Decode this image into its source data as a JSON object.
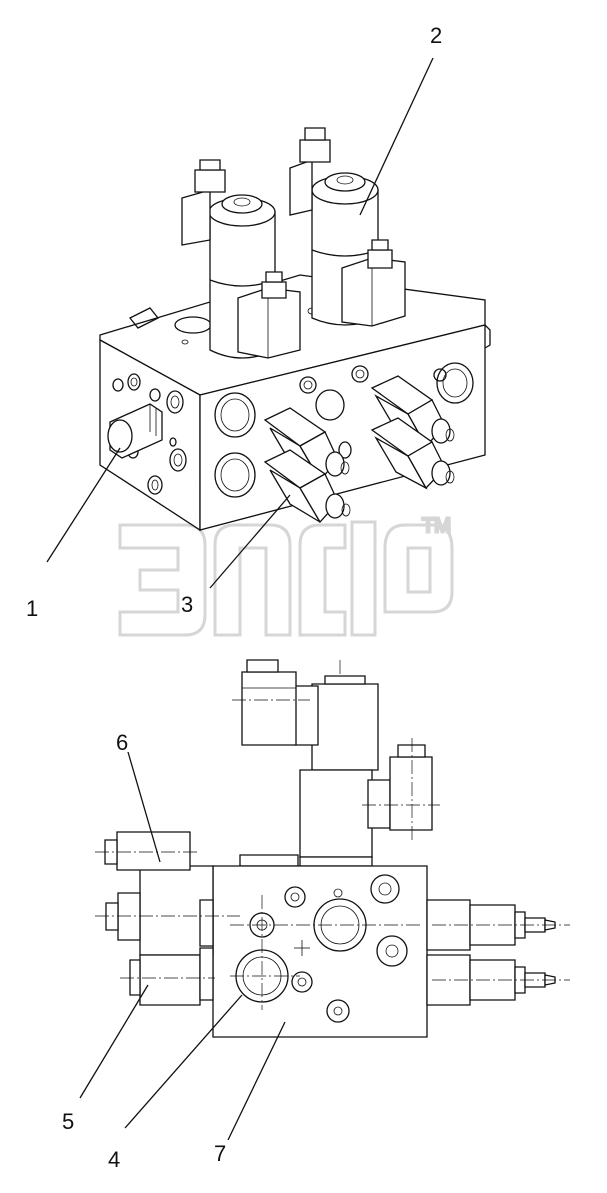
{
  "callouts": {
    "c1": "1",
    "c2": "2",
    "c3": "3",
    "c4": "4",
    "c5": "5",
    "c6": "6",
    "c7": "7"
  },
  "watermark": {
    "trademark": "TM"
  }
}
